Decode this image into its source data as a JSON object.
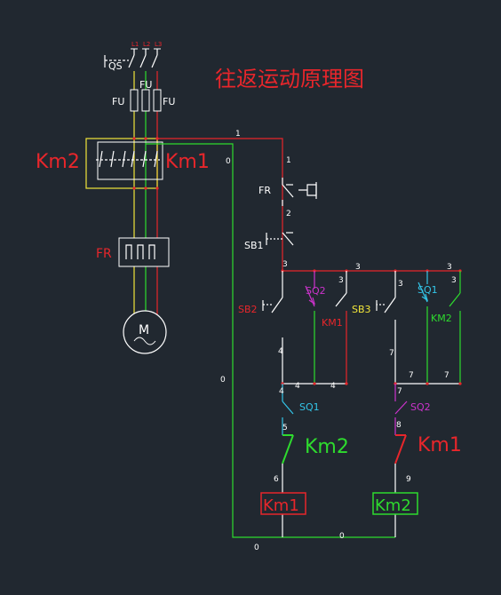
{
  "title": "往返运动原理图",
  "power": {
    "phases": [
      "L1",
      "L2",
      "L3"
    ],
    "switch": "QS",
    "fuse_center": "FU",
    "fuse_left": "FU",
    "fuse_right": "FU"
  },
  "main_circuit": {
    "contactor_left": "Km2",
    "contactor_right": "Km1",
    "overload": "FR",
    "motor": "M"
  },
  "control_circuit": {
    "fr_contact": "FR",
    "stop_button": "SB1",
    "start_fwd_button": "SB2",
    "start_rev_button": "SB3",
    "limit_sq2": "SQ2",
    "limit_sq1": "SQ1",
    "aux_km1": "KM1",
    "aux_km2": "KM2",
    "limit_sq1_lower": "SQ1",
    "limit_sq2_lower": "SQ2",
    "interlock_left": "Km2",
    "interlock_right": "Km1",
    "coil_left": "Km1",
    "coil_right": "Km2"
  },
  "node_labels": [
    "1",
    "0",
    "1",
    "2",
    "3",
    "3",
    "3",
    "3",
    "3",
    "3",
    "4",
    "4",
    "4",
    "4",
    "7",
    "7",
    "7",
    "7",
    "0",
    "8",
    "5",
    "6",
    "9",
    "0",
    "0"
  ]
}
